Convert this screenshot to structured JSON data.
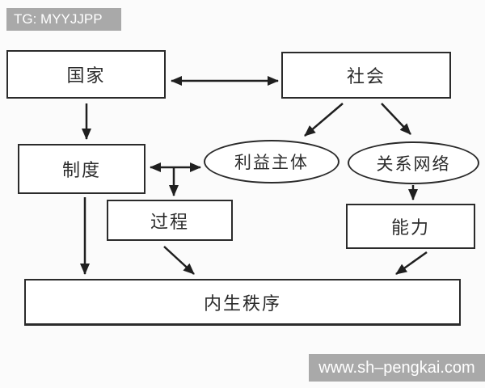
{
  "watermarks": {
    "top": "TG: MYYJJPP",
    "bottom": "www.sh–pengkai.com"
  },
  "diagram": {
    "nodes": {
      "state": "国家",
      "society": "社会",
      "institution": "制度",
      "interest_subject": "利益主体",
      "relation_network": "关系网络",
      "process": "过程",
      "capability": "能力",
      "endogenous_order": "内生秩序"
    },
    "edges": [
      {
        "from": "state",
        "to": "society",
        "type": "double-arrow"
      },
      {
        "from": "state",
        "to": "institution",
        "type": "arrow"
      },
      {
        "from": "society",
        "to": "interest_subject",
        "type": "arrow"
      },
      {
        "from": "society",
        "to": "relation_network",
        "type": "arrow"
      },
      {
        "from": "institution",
        "to": "interest_subject",
        "type": "double-arrow"
      },
      {
        "from": "institution_interest_link",
        "to": "process",
        "type": "arrow"
      },
      {
        "from": "relation_network",
        "to": "capability",
        "type": "arrow"
      },
      {
        "from": "institution",
        "to": "endogenous_order",
        "type": "arrow"
      },
      {
        "from": "process",
        "to": "endogenous_order",
        "type": "arrow"
      },
      {
        "from": "capability",
        "to": "endogenous_order",
        "type": "arrow"
      }
    ]
  },
  "colors": {
    "line": "#1f1f1f",
    "node_border": "#2b2b2b",
    "node_fill": "#ffffff",
    "watermark_bg": "#a9a9a9",
    "watermark_text": "#ffffff",
    "background": "#fbfbfb"
  }
}
